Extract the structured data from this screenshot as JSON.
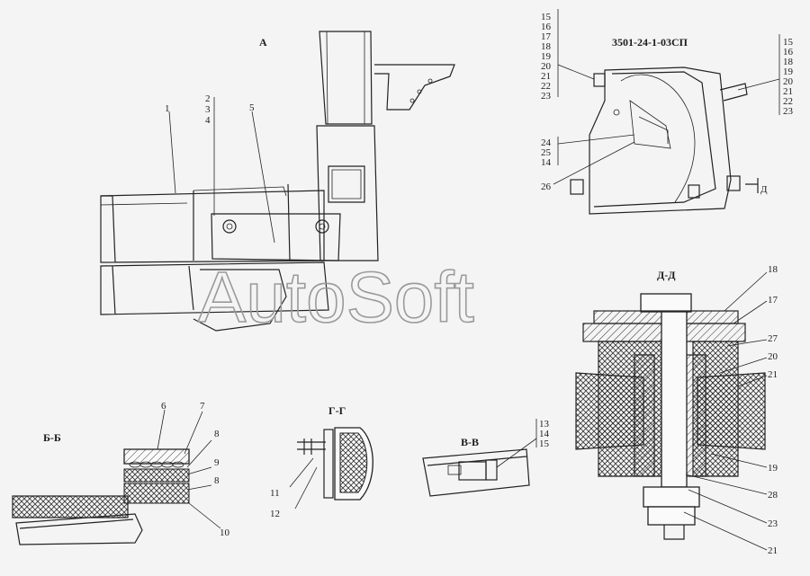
{
  "views": {
    "a": "А",
    "b": "Б-Б",
    "g": "Г-Г",
    "v": "В-В",
    "d": "Д-Д",
    "top_right_code": "3501-24-1-03СП",
    "d_arrow": "Д"
  },
  "callouts": {
    "view_a": [
      "1",
      "2",
      "3",
      "4",
      "5"
    ],
    "view_b": [
      "6",
      "7",
      "8",
      "9",
      "8",
      "10"
    ],
    "view_g": [
      "11",
      "12"
    ],
    "view_v": [
      "13",
      "14",
      "15"
    ],
    "view_d": [
      "18",
      "17",
      "27",
      "20",
      "21",
      "19",
      "28",
      "23",
      "21"
    ],
    "top_left_stack": [
      "15",
      "16",
      "17",
      "18",
      "19",
      "20",
      "21",
      "22",
      "23"
    ],
    "top_right_stack": [
      "15",
      "16",
      "18",
      "19",
      "20",
      "21",
      "22",
      "23"
    ],
    "mid_stack": [
      "24",
      "25",
      "14"
    ],
    "label_26": "26"
  },
  "watermark": "AutoSoft",
  "colors": {
    "line": "#222222",
    "paper": "#f4f4f4",
    "watermark": "#9a9a9a"
  }
}
